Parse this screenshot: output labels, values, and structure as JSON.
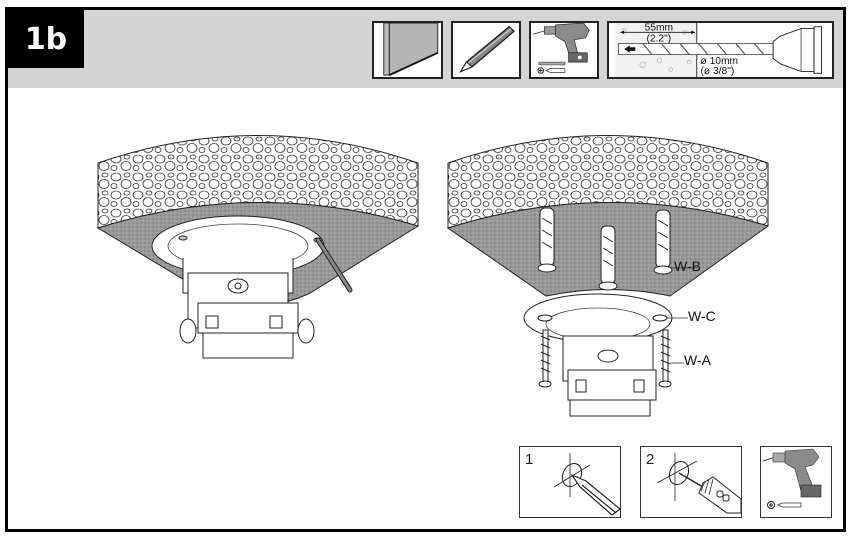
{
  "header": {
    "step_label": "1b",
    "band_color": "#d4d4d4",
    "tools": [
      {
        "name": "wall-surface",
        "icon": "wall-icon"
      },
      {
        "name": "pencil",
        "icon": "pencil-icon"
      },
      {
        "name": "drill-with-bit",
        "icon": "drill-icon"
      },
      {
        "name": "drill-depth-diagram",
        "icon": "drill-bit-depth-icon"
      }
    ],
    "drill_spec": {
      "depth_mm": "55mm",
      "depth_in": "(2.2\")",
      "diameter_mm": "ø 10mm",
      "diameter_in": "(ø 3/8\")"
    }
  },
  "illustrations": {
    "left": {
      "description": "ceiling mount base marked with pencil on concrete ceiling"
    },
    "right": {
      "description": "ceiling mount fixed with anchors, washers and screws",
      "callouts": [
        {
          "id": "W-B",
          "label": "W-B"
        },
        {
          "id": "W-C",
          "label": "W-C"
        },
        {
          "id": "W-A",
          "label": "W-A"
        }
      ]
    }
  },
  "substeps": [
    {
      "number": "1",
      "description": "mark hole with pencil"
    },
    {
      "number": "2",
      "description": "drill hole"
    },
    {
      "number": "",
      "description": "drill and screwdriver tool"
    }
  ]
}
